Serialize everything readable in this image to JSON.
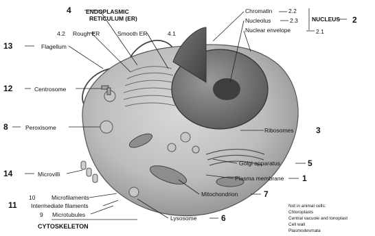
{
  "labels": {
    "endoplasmic_num": "4",
    "endoplasmic_line1": "ENDOPLASMIC",
    "endoplasmic_line2": "RETICULUM (ER)",
    "rough_er_num": "4.2",
    "rough_er": "Rough ER",
    "smooth_er": "Smooth ER",
    "smooth_er_num": "4.1",
    "flagellum_num": "13",
    "flagellum": "Flagellum",
    "centrosome_num": "12",
    "centrosome": "Centrosome",
    "peroxisome_num": "8",
    "peroxisome": "Peroxisome",
    "microvilli_num": "14",
    "microvilli": "Microvilli",
    "microfilaments_num": "10",
    "microfilaments": "Microfilaments",
    "intermediate_num": "11",
    "intermediate": "Intermediate filaments",
    "microtubules_num": "9",
    "microtubules": "Microtubules",
    "cytoskeleton": "CYTOSKELETON",
    "chromatin": "Chromatin",
    "chromatin_num": "2.2",
    "nucleolus": "Nucleolus",
    "nucleolus_num": "2.3",
    "nuclear_envelope": "Nuclear envelope",
    "nuclear_envelope_num": "2.1",
    "nucleus": "NUCLEUS",
    "nucleus_num": "2",
    "ribosomes": "Ribosomes",
    "ribosomes_num": "3",
    "golgi": "Golgi apparatus",
    "golgi_num": "5",
    "plasma": "Plasma membrane",
    "plasma_num": "1",
    "mitochondrion": "Mitochondrion",
    "mitochondrion_num": "7",
    "lysosome": "Lysosome",
    "lysosome_num": "6"
  },
  "note": {
    "title": "Not in animal cells:",
    "items": [
      "Chloroplasts",
      "Central vacuole and tonoplast",
      "Cell wall",
      "Plasmodesmata"
    ]
  }
}
